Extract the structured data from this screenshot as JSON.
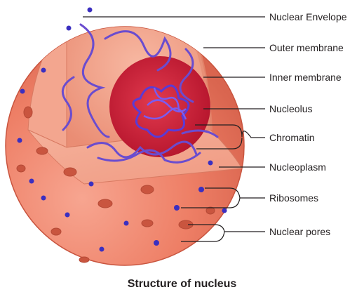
{
  "caption": "Structure of nucleus",
  "labels": {
    "nuclear_envelope": "Nuclear Envelope",
    "outer_membrane": "Outer membrane",
    "inner_membrane": "Inner membrane",
    "nucleolus": "Nucleolus",
    "chromatin": "Chromatin",
    "nucleoplasm": "Nucleoplasm",
    "ribosomes": "Ribosomes",
    "nuclear_pores": "Nuclear pores"
  },
  "colors": {
    "envelope": "#f08a6e",
    "interior": "#f2a48c",
    "nucleolus": "#d8233a",
    "chromatin": "#6a4ccf",
    "ribosome": "#3b2fc0",
    "pore": "#c9553f"
  }
}
